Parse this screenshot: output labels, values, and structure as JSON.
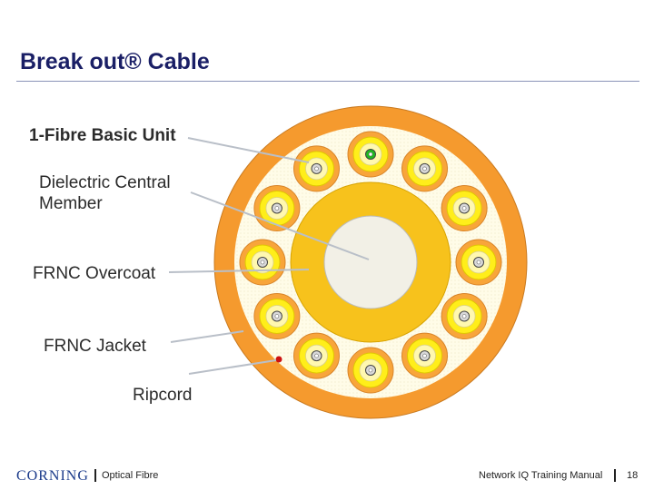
{
  "slide": {
    "title": "Break out® Cable"
  },
  "labels": {
    "basic_unit": "1-Fibre Basic Unit",
    "dielectric_line1": "Dielectric Central",
    "dielectric_line2": "Member",
    "overcoat": "FRNC Overcoat",
    "jacket": "FRNC Jacket",
    "ripcord": "Ripcord"
  },
  "footer": {
    "logo": "CORNING",
    "section": "Optical Fibre",
    "manual": "Network IQ Training Manual",
    "page": "18"
  },
  "colors": {
    "jacket": "#f59a2e",
    "unit_ring": "#f8a53a",
    "unit_fill": "#ffee1a",
    "core_fill": "#fff8b0",
    "overcoat": "#f7c21c",
    "central_member": "#f2f0e6",
    "filler": "#fffce8",
    "ripcord": "#cc1111",
    "highlight_fibre": "#1fb81f",
    "title": "#1a1f66"
  }
}
